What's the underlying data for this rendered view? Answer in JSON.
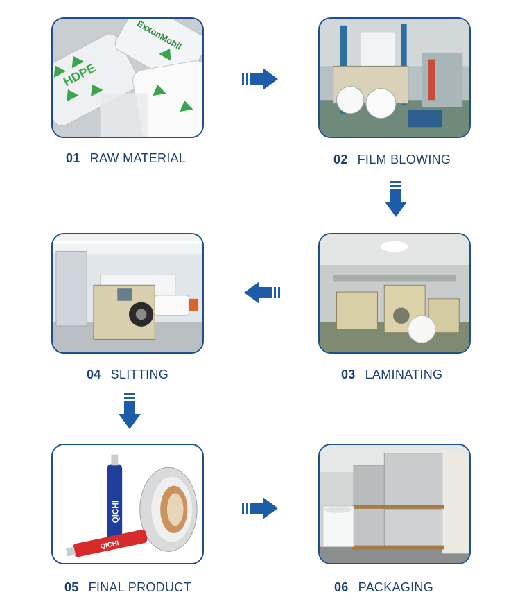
{
  "colors": {
    "accent": "#1d5ca8",
    "border": "#1d4f8c",
    "text": "#1b3f73"
  },
  "steps": [
    {
      "num": "01",
      "label": "RAW MATERIAL"
    },
    {
      "num": "02",
      "label": "FILM BLOWING"
    },
    {
      "num": "03",
      "label": "LAMINATING"
    },
    {
      "num": "04",
      "label": "SLITTING"
    },
    {
      "num": "05",
      "label": "FINAL PRODUCT"
    },
    {
      "num": "06",
      "label": "PACKAGING"
    }
  ],
  "bag_text": {
    "brand": "ExxonMobil",
    "grade": "HDPE"
  },
  "tube_text": {
    "blue": "QICHI",
    "red": "QICHI"
  }
}
